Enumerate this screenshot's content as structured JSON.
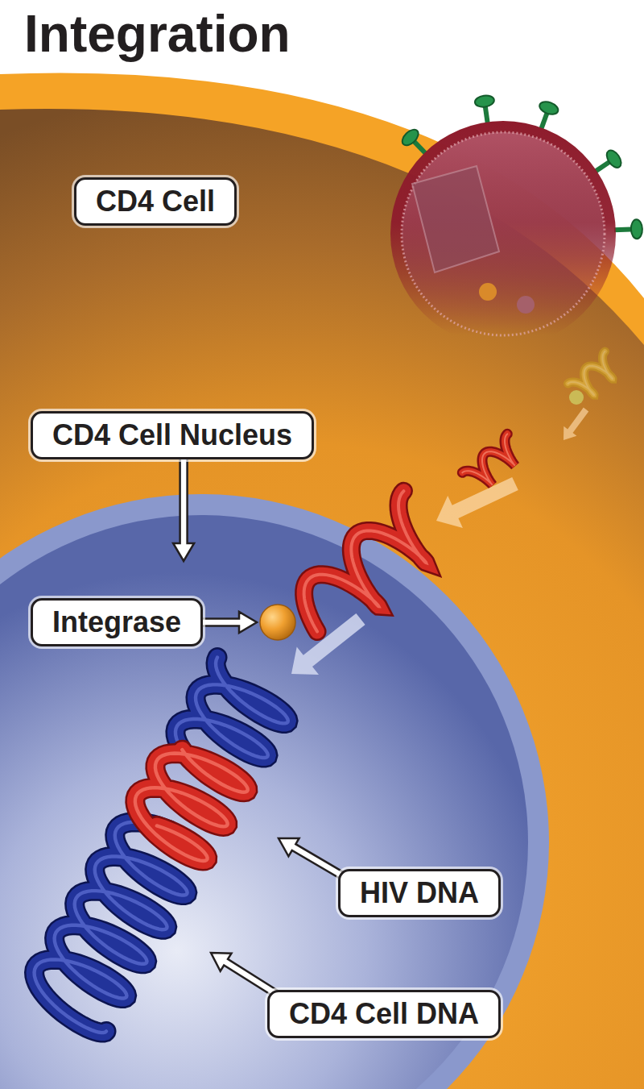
{
  "diagram": {
    "title": "Integration",
    "nodes": [
      {
        "text": [
          "CD4 Cell"
        ]
      },
      {
        "text": [
          "CD4 Cell Nucleus"
        ]
      },
      {
        "text": [
          "Integrase"
        ]
      },
      {
        "text": [
          "HIV DNA"
        ]
      },
      {
        "text": [
          "CD4 Cell DNA"
        ]
      }
    ]
  }
}
